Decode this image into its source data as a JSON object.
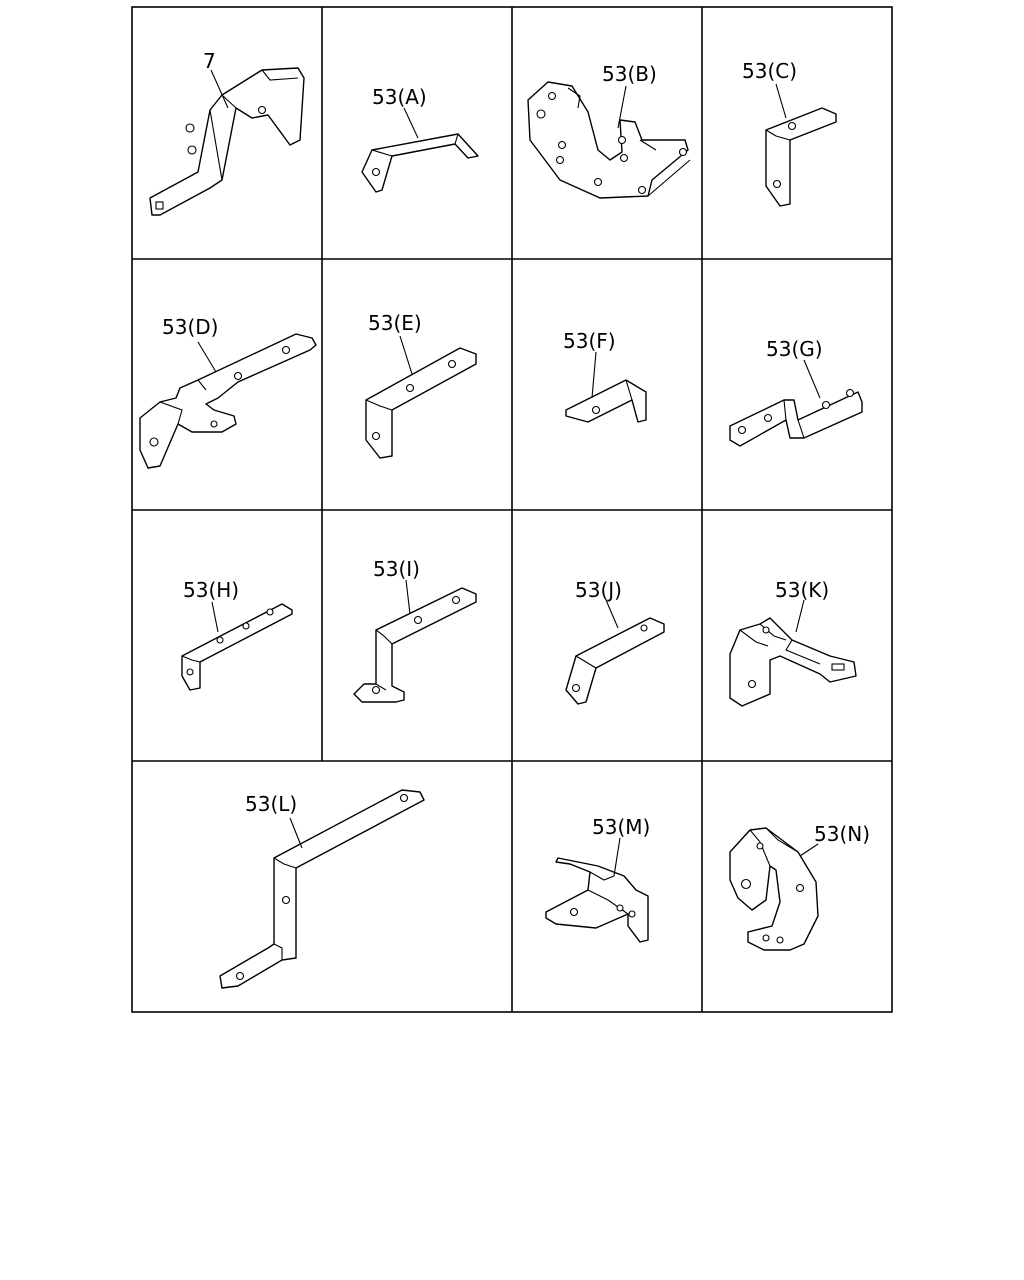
{
  "callouts": {
    "p7": "7",
    "pA": "53(A)",
    "pB": "53(B)",
    "pC": "53(C)",
    "pD": "53(D)",
    "pE": "53(E)",
    "pF": "53(F)",
    "pG": "53(G)",
    "pH": "53(H)",
    "pI": "53(I)",
    "pJ": "53(J)",
    "pK": "53(K)",
    "pL": "53(L)",
    "pM": "53(M)",
    "pN": "53(N)"
  }
}
